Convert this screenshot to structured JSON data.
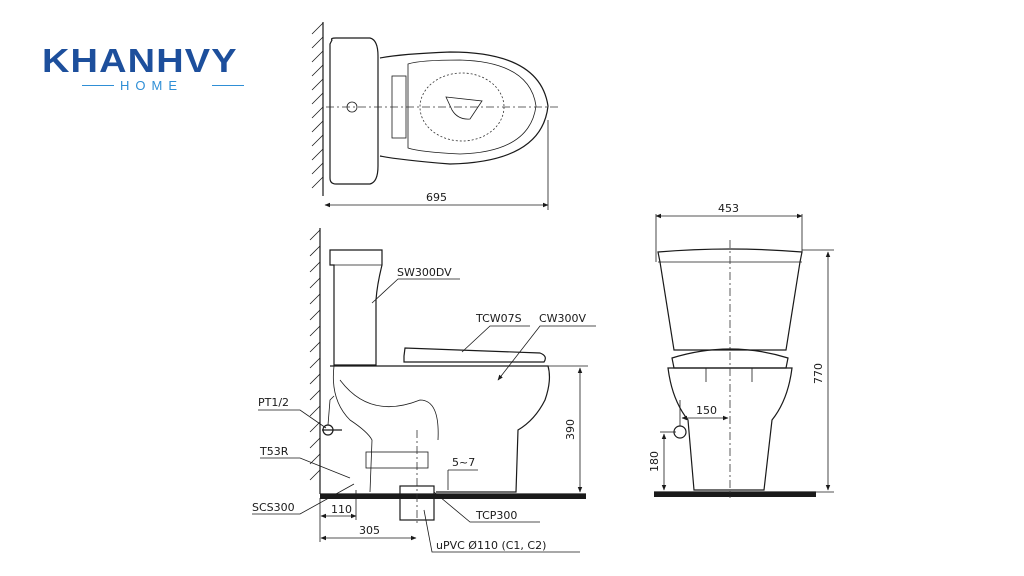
{
  "logo": {
    "brand": "KHANHVY",
    "sub": "HOME"
  },
  "top_view": {
    "length": "695"
  },
  "side_view": {
    "tank_label": "SW300DV",
    "seat_label": "TCW07S",
    "bowl_label": "CW300V",
    "valve_label": "PT1/2",
    "hose_label": "T53R",
    "connector_label": "SCS300",
    "flange_label": "TCP300",
    "pipe_label": "uPVC Ø110 (C1, C2)",
    "gap_label": "5~7",
    "rim_height": "390",
    "valve_offset": "110",
    "outlet_distance": "305"
  },
  "front_view": {
    "width": "453",
    "height": "770",
    "supply_offset": "150",
    "supply_height": "180"
  }
}
